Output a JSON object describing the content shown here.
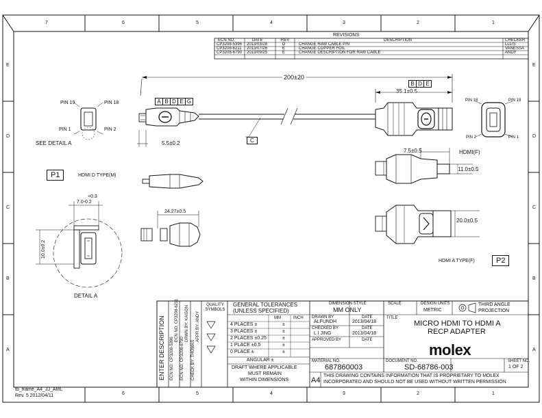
{
  "zones": {
    "columns": [
      "7",
      "6",
      "5",
      "4",
      "3",
      "2",
      "1"
    ],
    "rows": [
      "E",
      "D",
      "C",
      "B",
      "A"
    ]
  },
  "revisions": {
    "heading": "REVISIONS",
    "columns": [
      "ECN NO.",
      "DATE",
      "REV",
      "DESCRIPTION",
      "CHECKER"
    ],
    "rows": [
      [
        "CP3208-5396",
        "2013/03/28",
        "D",
        "CHANGE RAW CABLE P/N",
        "LLLIS"
      ],
      [
        "CP3208-6211",
        "2013/07/26",
        "E",
        "CHANGE COPPER FOIL",
        "VANESSA"
      ],
      [
        "CP3208-6790",
        "2013/09/25",
        "E",
        "CHANGE DESCRIPTION FOR RAW CABLE",
        "ANDY"
      ]
    ]
  },
  "drawing": {
    "overall_length": "200±20",
    "balloon_e": "E",
    "balloon_boxes_a": [
      "A",
      "B",
      "D",
      "E",
      "G"
    ],
    "balloon_boxes_b": [
      "B",
      "D",
      "E"
    ],
    "dim_35": "35.1±0.5",
    "dim_5_5": "5.5±0.2",
    "callout_c": "C",
    "pin19_left": "PIN 19",
    "pin18_left": "PIN 18",
    "pin1_left": "PIN 1",
    "pin2_left": "PIN 2",
    "see_detail": "SEE DETAIL A",
    "pin18_right": "PIN 18",
    "pin19_right": "PIN 19",
    "pin2_right": "PIN 2",
    "pin1_right": "PIN 1",
    "p1_box": "P1",
    "hdmi_d_type": "HDMI D TYPE(M)",
    "dim_7_5": "7.5±0.5",
    "hdmi_f": "HDMI(F)",
    "dim_11": "11.0±0.5",
    "tol_plus": "+0.3",
    "tol_main": "7.0-0.2",
    "dim_10": "10.0±0.2",
    "dim_24": "24.27±0.5",
    "dim_20": "20.0±0.5",
    "hdmi_a_type": "HDMI A TYPE(F)",
    "p2_box": "P2",
    "detail_a": "DETAIL A"
  },
  "title_block": {
    "enter_desc": "ENTER DESCRIPTION",
    "ecn_lines": [
      "ECN NO: CP3208-5396",
      "ECN NO: CP3208-6211",
      "ECN NO: CP3208-6790",
      "DRWN BY: KAISON",
      "CHECK BY: THOMAS",
      "APPR BY: ANDY"
    ],
    "quality_label": "QUALITY SYMBOLS",
    "gen_tol_line1": "GENERAL TOLERANCES",
    "gen_tol_line2": "(UNLESS SPECIFIED)",
    "mm_col": "MM",
    "inch_col": "INCH",
    "places": [
      [
        "4 PLACES ±",
        "±"
      ],
      [
        "3 PLACES ±",
        "±"
      ],
      [
        "2 PLACES ±0.25",
        "±"
      ],
      [
        "1 PLACE ±0.5",
        "±"
      ],
      [
        "0 PLACE ±",
        "±"
      ]
    ],
    "angular": "ANGULAR ±",
    "dims_line1": "DRAFT WHERE APPLICABLE",
    "dims_line2": "MUST REMAIN",
    "dims_line3": "WITHIN DIMENSIONS",
    "dimension_style_label": "DIMENSION STYLE",
    "dimension_style": "MM ONLY",
    "scale_label": "SCALE",
    "design_units_label": "DESIGN UNITS",
    "design_units": "METRIC",
    "projection_line1": "THIRD ANGLE",
    "projection_line2": "PROJECTION",
    "drawn_label": "DRAWN BY",
    "drawn_by": "ALFUNDH",
    "date_label": "DATE",
    "drawn_date": "2013/04/18",
    "checked_label": "CHECKED BY",
    "checked_by": "L I JING",
    "checked_date": "2013/04/18",
    "approved_label": "APPROVED BY",
    "title_label": "TITLE",
    "title_line1": "MICRO HDMI TO HDMI A",
    "title_line2": "RECP ADAPTER",
    "brand": "molex",
    "material_label": "MATERIAL NO.",
    "material_no": "687860003",
    "document_label": "DOCUMENT NO.",
    "document_no": "SD-68786-003",
    "sheet_label": "SHEET NO.",
    "sheet_no": "1 OF 2",
    "size": "A4",
    "proprietary_line1": "THIS DRAWING CONTAINS INFORMATION THAT IS PROPRIETARY TO MOLEX",
    "proprietary_line2": "INCORPORATED AND SHOULD NOT BE USED WITHOUT WRITTEN PERMISSION"
  },
  "footer": {
    "template_line1": "tb_frame_A4_JJ_AML",
    "template_line2": "Rev. 5 2012/04/11"
  }
}
